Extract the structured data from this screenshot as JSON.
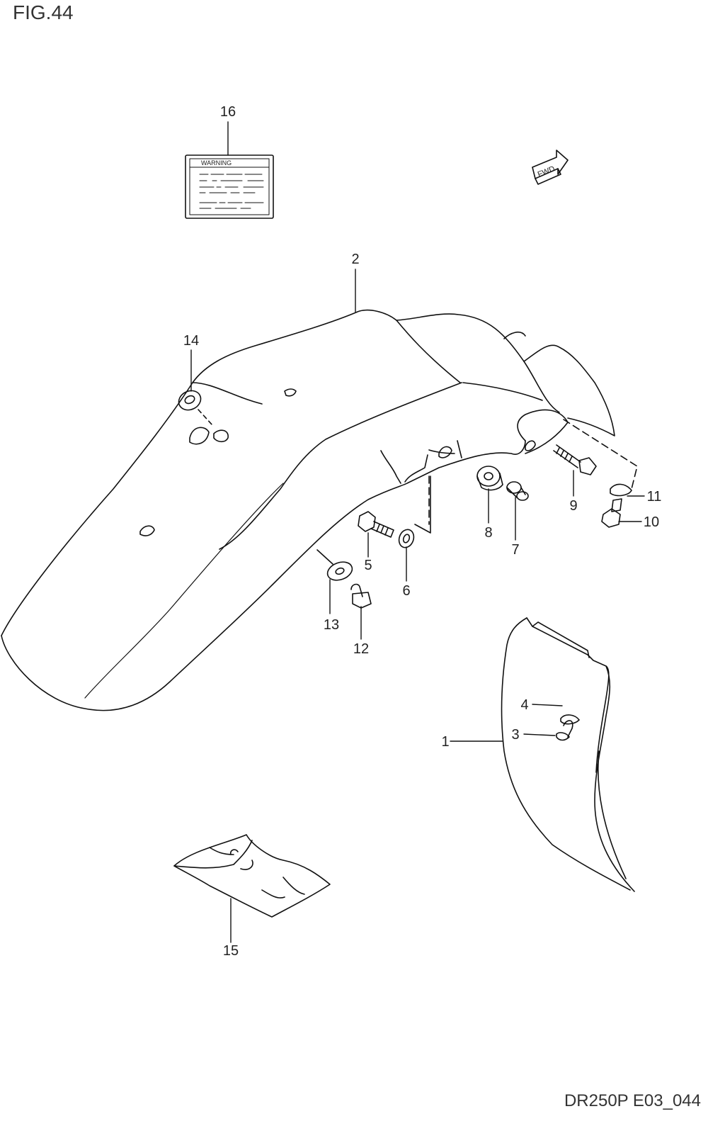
{
  "figure": {
    "title": "FIG.44",
    "drawing_code": "DR250P E03_044"
  },
  "fwd_label": "FWD",
  "warning_label": {
    "heading": "WARNING"
  },
  "callouts": [
    {
      "id": "c1",
      "num": "1"
    },
    {
      "id": "c2",
      "num": "2"
    },
    {
      "id": "c3",
      "num": "3"
    },
    {
      "id": "c4",
      "num": "4"
    },
    {
      "id": "c5",
      "num": "5"
    },
    {
      "id": "c6",
      "num": "6"
    },
    {
      "id": "c7",
      "num": "7"
    },
    {
      "id": "c8",
      "num": "8"
    },
    {
      "id": "c9",
      "num": "9"
    },
    {
      "id": "c10",
      "num": "10"
    },
    {
      "id": "c11",
      "num": "11"
    },
    {
      "id": "c12",
      "num": "12"
    },
    {
      "id": "c13",
      "num": "13"
    },
    {
      "id": "c14",
      "num": "14"
    },
    {
      "id": "c15",
      "num": "15"
    },
    {
      "id": "c16",
      "num": "16"
    }
  ]
}
